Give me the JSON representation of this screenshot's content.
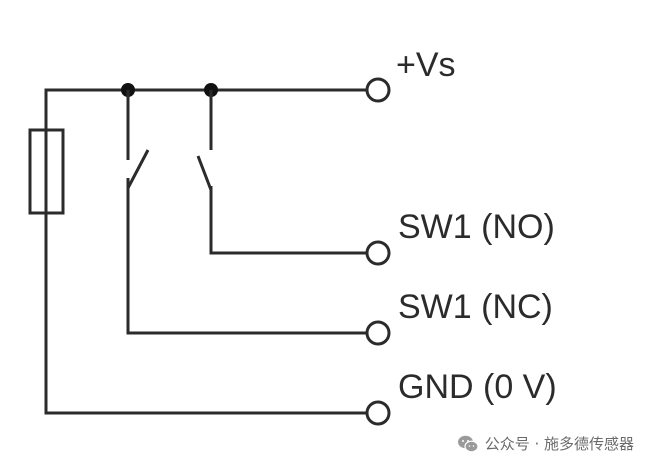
{
  "terminals": {
    "supply": "+Vs",
    "no_output": "SW1 (NO)",
    "nc_output": "SW1 (NC)",
    "ground": "GND (0 V)"
  },
  "watermark": {
    "text": "公众号 · 施多德传感器",
    "icon": "wechat-icon"
  },
  "colors": {
    "wire": "#2b2b2b",
    "background": "#ffffff",
    "watermark": "#6b6b6b"
  }
}
